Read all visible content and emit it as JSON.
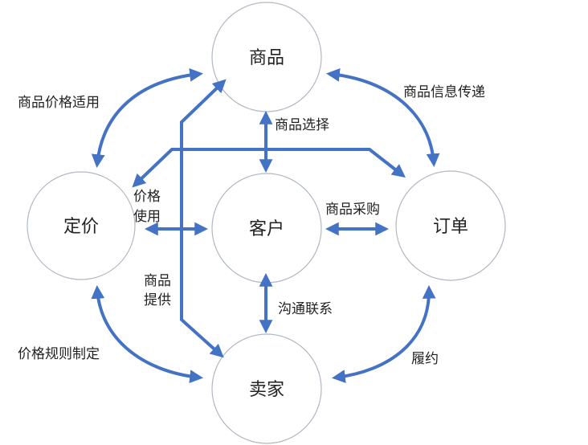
{
  "nodes": {
    "product": "商品",
    "pricing": "定价",
    "customer": "客户",
    "order": "订单",
    "seller": "卖家"
  },
  "edges": {
    "product_pricing": "商品价格适用",
    "product_order": "商品信息传递",
    "product_customer": "商品选择",
    "price_use_line1": "价格",
    "price_use_line2": "使用",
    "customer_order": "商品采购",
    "product_supply_line1": "商品",
    "product_supply_line2": "提供",
    "customer_seller": "沟通联系",
    "pricing_seller": "价格规则制定",
    "seller_order": "履约"
  },
  "colors": {
    "arrow": "#4472c4",
    "node_stroke": "#b0b8c4",
    "text": "#222222"
  }
}
